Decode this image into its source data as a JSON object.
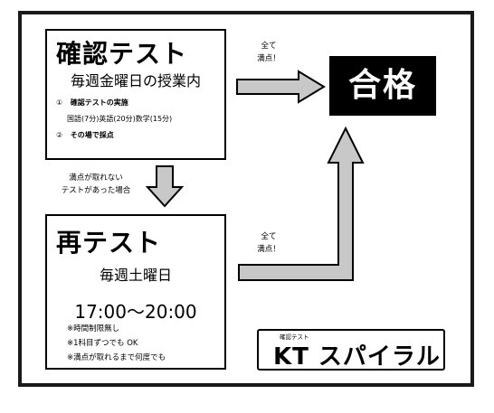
{
  "confirm_test": {
    "title": "確認テスト",
    "schedule": "毎週金曜日の授業内",
    "item1_no": "①",
    "item1_label": "確認テストの実施",
    "item1_detail": "国語(7分)英語(20分)数学(15分)",
    "item2_no": "②",
    "item2_label": "その場で採点"
  },
  "pass": {
    "label": "合格"
  },
  "arrow_top_label": {
    "line1": "全て",
    "line2": "満点！"
  },
  "arrow_down_label": {
    "line1": "満点が取れない",
    "line2": "テストがあった場合"
  },
  "arrow_up_label": {
    "line1": "全て",
    "line2": "満点！"
  },
  "retest": {
    "title": "再テスト",
    "schedule": "毎週土曜日",
    "time": "17:00〜20:00",
    "notes": [
      "※時間制限無し",
      "※1科目ずつでも OK",
      "※満点が取れるまで何度でも"
    ]
  },
  "banner": {
    "small": "確認テスト",
    "main": "KT スパイラル"
  },
  "colors": {
    "pass_bg": "#000000",
    "arrow_fill": "#c8c8c8",
    "frame": "#1a1a1a"
  }
}
